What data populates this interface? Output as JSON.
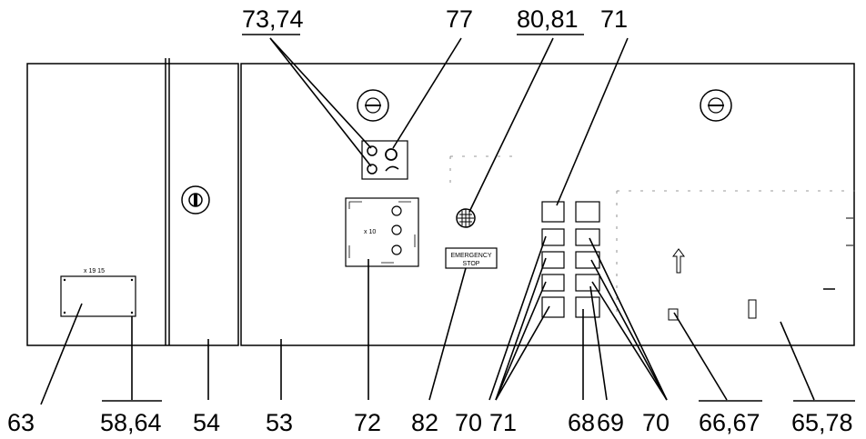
{
  "callouts": {
    "c7374": "73,74",
    "c77": "77",
    "c8081": "80,81",
    "c71_top": "71",
    "c63": "63",
    "c5864": "58,64",
    "c54": "54",
    "c53": "53",
    "c72": "72",
    "c82": "82",
    "c70_left": "70",
    "c71_bottom": "71",
    "c68": "68",
    "c69": "69",
    "c70_right": "70",
    "c6667": "66,67",
    "c6578": "65,78"
  },
  "plates": {
    "emergency_stop_line1": "EMERGENCY",
    "emergency_stop_line2": "STOP",
    "meter_label": "x 10",
    "nameplate_label": "x 19 15"
  }
}
